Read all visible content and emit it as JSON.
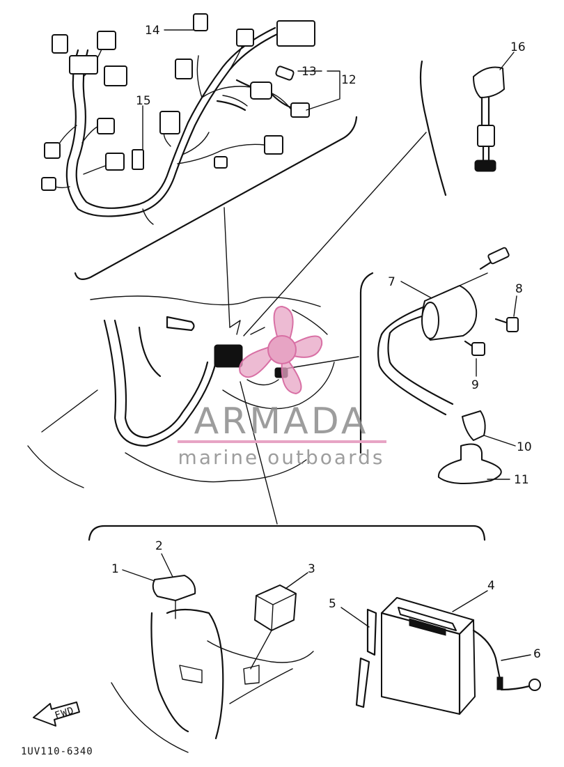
{
  "diagram_code": "1UV110-6340",
  "direction_label": "FWD",
  "watermark": {
    "brand": "ARMADA",
    "tagline": "marine outboards",
    "accent_color": "#e7a4c4",
    "text_color": "#8c8c8c"
  },
  "callouts": [
    {
      "id": "1",
      "label": "1"
    },
    {
      "id": "2",
      "label": "2"
    },
    {
      "id": "3",
      "label": "3"
    },
    {
      "id": "4",
      "label": "4"
    },
    {
      "id": "5",
      "label": "5"
    },
    {
      "id": "6",
      "label": "6"
    },
    {
      "id": "7",
      "label": "7"
    },
    {
      "id": "8",
      "label": "8"
    },
    {
      "id": "9",
      "label": "9"
    },
    {
      "id": "10",
      "label": "10"
    },
    {
      "id": "11",
      "label": "11"
    },
    {
      "id": "12",
      "label": "12"
    },
    {
      "id": "13",
      "label": "13"
    },
    {
      "id": "14",
      "label": "14"
    },
    {
      "id": "15",
      "label": "15"
    },
    {
      "id": "16",
      "label": "16"
    }
  ]
}
